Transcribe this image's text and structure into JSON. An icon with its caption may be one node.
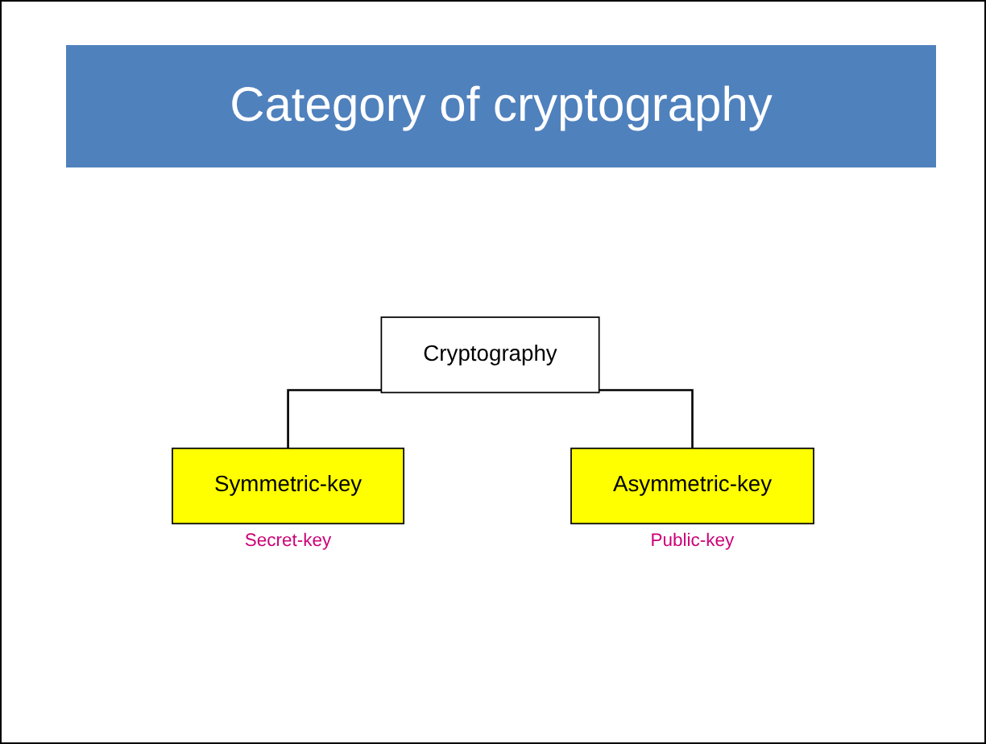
{
  "diagram": {
    "title": "Category of cryptography",
    "nodes": [
      {
        "text": [
          "Cryptography"
        ]
      },
      {
        "text": [
          "Symmetric-key"
        ],
        "beside": [
          "Secret-key"
        ]
      },
      {
        "text": [
          "Asymmetric-key"
        ],
        "beside": [
          "Public-key"
        ]
      }
    ],
    "edges": [
      {
        "from": 0,
        "to": 1,
        "arrow": "none"
      },
      {
        "from": 0,
        "to": 2,
        "arrow": "none"
      }
    ]
  }
}
